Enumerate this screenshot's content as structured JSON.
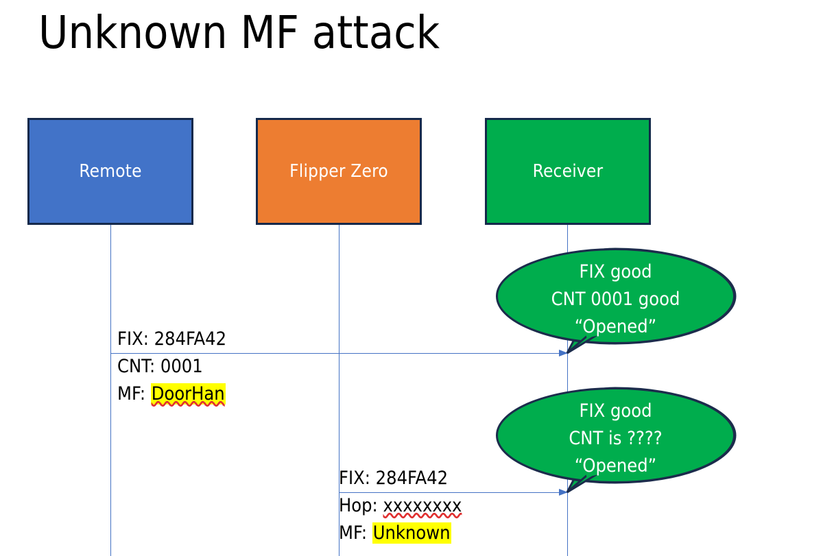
{
  "slide": {
    "title": "Unknown MF attack",
    "background": "#ffffff"
  },
  "colors": {
    "remote_blue": "#4273c8",
    "flipper_orange": "#ed7d31",
    "receiver_green": "#00ad4d",
    "box_border": "#15294b",
    "line_blue": "#4472c4",
    "highlight_yellow": "#ffff00",
    "spellcheck_red": "#e03030",
    "text_white": "#ffffff",
    "text_black": "#000000"
  },
  "actors": [
    {
      "id": "remote",
      "label": "Remote",
      "color": "#4273c8"
    },
    {
      "id": "flipper",
      "label": "Flipper Zero",
      "color": "#ed7d31"
    },
    {
      "id": "receiver",
      "label": "Receiver",
      "color": "#00ad4d"
    }
  ],
  "messages": [
    {
      "id": "msg1",
      "from": "remote",
      "to": "receiver",
      "lines": [
        {
          "prefix": "FIX: ",
          "value": "284FA42",
          "highlight": false,
          "spellcheck": false
        },
        {
          "prefix": "CNT: ",
          "value": "0001",
          "highlight": false,
          "spellcheck": false
        },
        {
          "prefix": "MF: ",
          "value": "DoorHan",
          "highlight": true,
          "spellcheck": true
        }
      ]
    },
    {
      "id": "msg2",
      "from": "flipper",
      "to": "receiver",
      "lines": [
        {
          "prefix": "FIX: ",
          "value": "284FA42",
          "highlight": false,
          "spellcheck": false
        },
        {
          "prefix": "Hop: ",
          "value": "xxxxxxxx",
          "highlight": false,
          "spellcheck": true
        },
        {
          "prefix": "MF: ",
          "value": "Unknown",
          "highlight": true,
          "spellcheck": false
        }
      ]
    }
  ],
  "callouts": [
    {
      "id": "callout-1",
      "lines": [
        "FIX good",
        "CNT 0001 good",
        "“Opened”"
      ]
    },
    {
      "id": "callout-2",
      "lines": [
        "FIX good",
        "CNT is ????",
        "“Opened”"
      ]
    }
  ]
}
